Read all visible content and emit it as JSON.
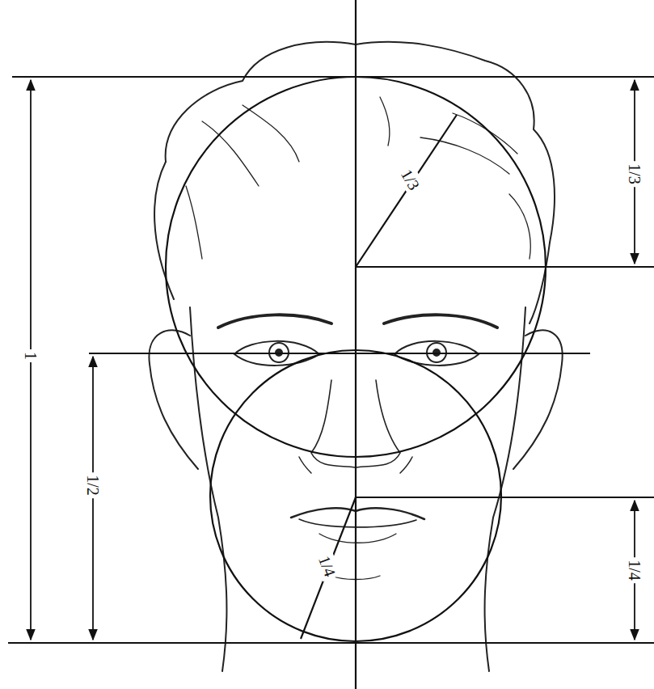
{
  "diagram": {
    "labels": [
      "1",
      "1/2",
      "1/3",
      "1/3",
      "1/4",
      "1/4"
    ]
  }
}
